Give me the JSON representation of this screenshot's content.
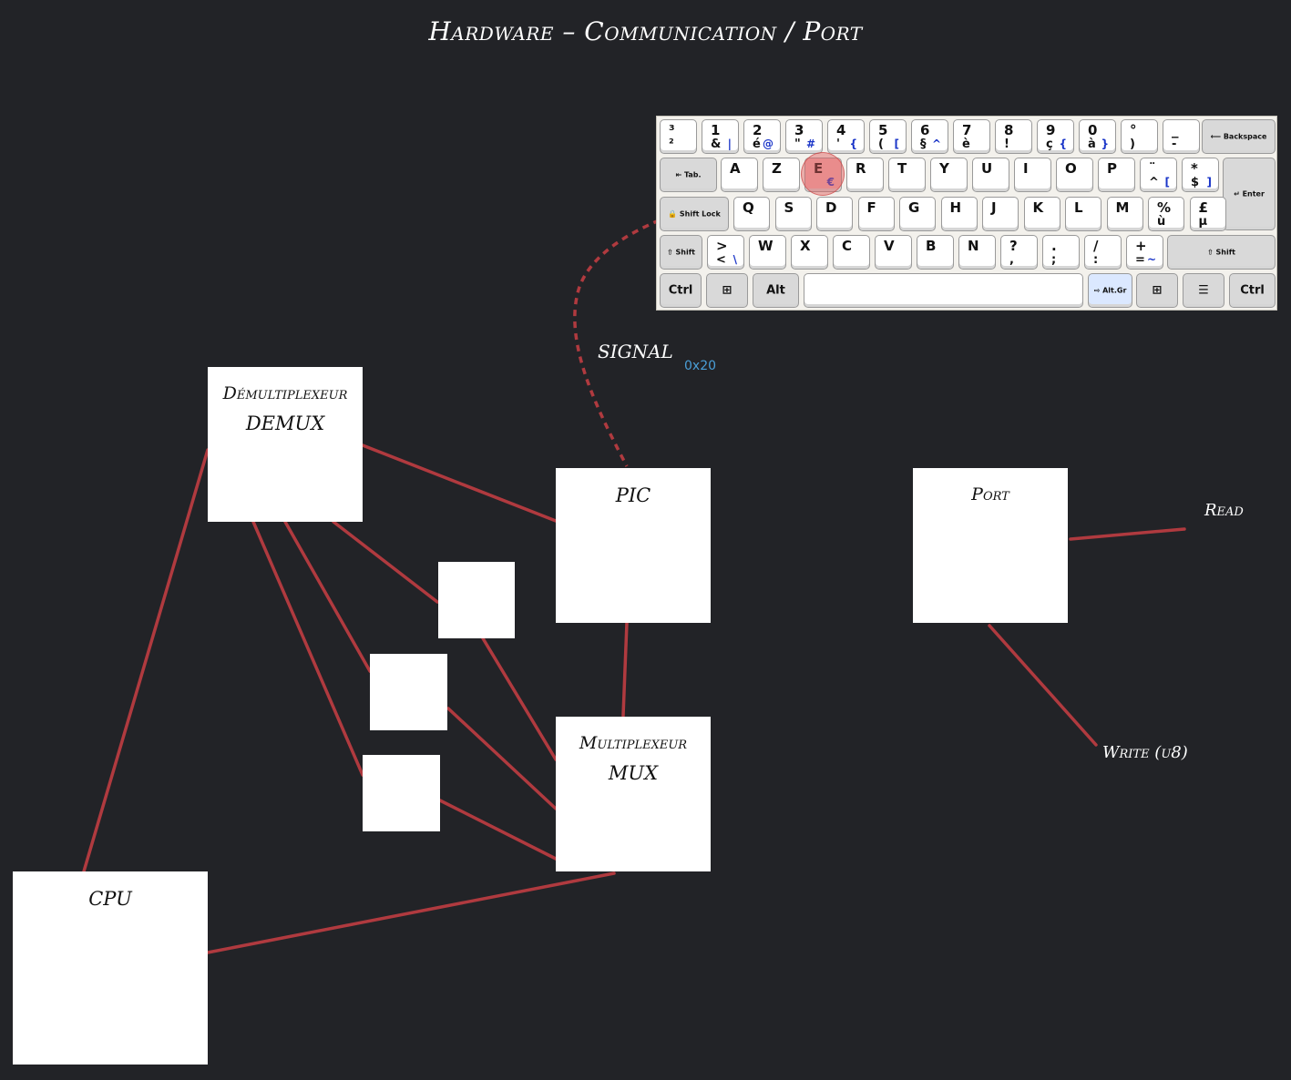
{
  "title": "Hardware – Communication / Port",
  "colors": {
    "background": "#222327",
    "wire": "#b03a3f",
    "hex": "#4a9fd8"
  },
  "boxes": {
    "demux": {
      "line1": "Démultiplexeur",
      "line2": "DEMUX"
    },
    "pic": {
      "label": "PIC"
    },
    "port": {
      "label": "Port"
    },
    "mux": {
      "line1": "Multiplexeur",
      "line2": "MUX"
    },
    "cpu": {
      "label": "CPU"
    }
  },
  "notes": {
    "signal": "SIGNAL",
    "signal_hex": "0x20",
    "read": "Read",
    "write": "Write (u8)"
  },
  "keyboard": {
    "row1": [
      {
        "t": "³",
        "b": "²",
        "a": ""
      },
      {
        "t": "1",
        "b": "&",
        "a": "|"
      },
      {
        "t": "2",
        "b": "é",
        "a": "@"
      },
      {
        "t": "3",
        "b": "\"",
        "a": "#"
      },
      {
        "t": "4",
        "b": "'",
        "a": "{"
      },
      {
        "t": "5",
        "b": "(",
        "a": "["
      },
      {
        "t": "6",
        "b": "§",
        "a": "^"
      },
      {
        "t": "7",
        "b": "è",
        "a": ""
      },
      {
        "t": "8",
        "b": "!",
        "a": ""
      },
      {
        "t": "9",
        "b": "ç",
        "a": "{"
      },
      {
        "t": "0",
        "b": "à",
        "a": "}"
      },
      {
        "t": "°",
        "b": ")",
        "a": ""
      },
      {
        "t": "_",
        "b": "-",
        "a": ""
      }
    ],
    "backspace": "Backspace",
    "tab": "Tab.",
    "row2": [
      {
        "t": "A",
        "a": ""
      },
      {
        "t": "Z",
        "a": ""
      },
      {
        "t": "E",
        "a": "€"
      },
      {
        "t": "R",
        "a": ""
      },
      {
        "t": "T",
        "a": ""
      },
      {
        "t": "Y",
        "a": ""
      },
      {
        "t": "U",
        "a": ""
      },
      {
        "t": "I",
        "a": ""
      },
      {
        "t": "O",
        "a": ""
      },
      {
        "t": "P",
        "a": ""
      },
      {
        "t": "¨",
        "b": "^",
        "a": "["
      },
      {
        "t": "*",
        "b": "$",
        "a": "]"
      }
    ],
    "enter": "Enter",
    "shiftlock": "Shift Lock",
    "row3": [
      {
        "t": "Q",
        "a": ""
      },
      {
        "t": "S",
        "a": ""
      },
      {
        "t": "D",
        "a": ""
      },
      {
        "t": "F",
        "a": ""
      },
      {
        "t": "G",
        "a": ""
      },
      {
        "t": "H",
        "a": ""
      },
      {
        "t": "J",
        "a": ""
      },
      {
        "t": "K",
        "a": ""
      },
      {
        "t": "L",
        "a": ""
      },
      {
        "t": "M",
        "a": ""
      },
      {
        "t": "%",
        "b": "ù",
        "a": ""
      },
      {
        "t": "£",
        "b": "µ",
        "a": ""
      }
    ],
    "shift": "Shift",
    "row4": [
      {
        "t": ">",
        "b": "<",
        "a": "\\"
      },
      {
        "t": "W",
        "a": ""
      },
      {
        "t": "X",
        "a": ""
      },
      {
        "t": "C",
        "a": ""
      },
      {
        "t": "V",
        "a": ""
      },
      {
        "t": "B",
        "a": ""
      },
      {
        "t": "N",
        "a": ""
      },
      {
        "t": "?",
        "b": ",",
        "a": ""
      },
      {
        "t": ".",
        "b": ";",
        "a": ""
      },
      {
        "t": "/",
        "b": ":",
        "a": ""
      },
      {
        "t": "+",
        "b": "=",
        "a": "~"
      }
    ],
    "ctrl": "Ctrl",
    "alt": "Alt",
    "altgr": "Alt.Gr"
  }
}
